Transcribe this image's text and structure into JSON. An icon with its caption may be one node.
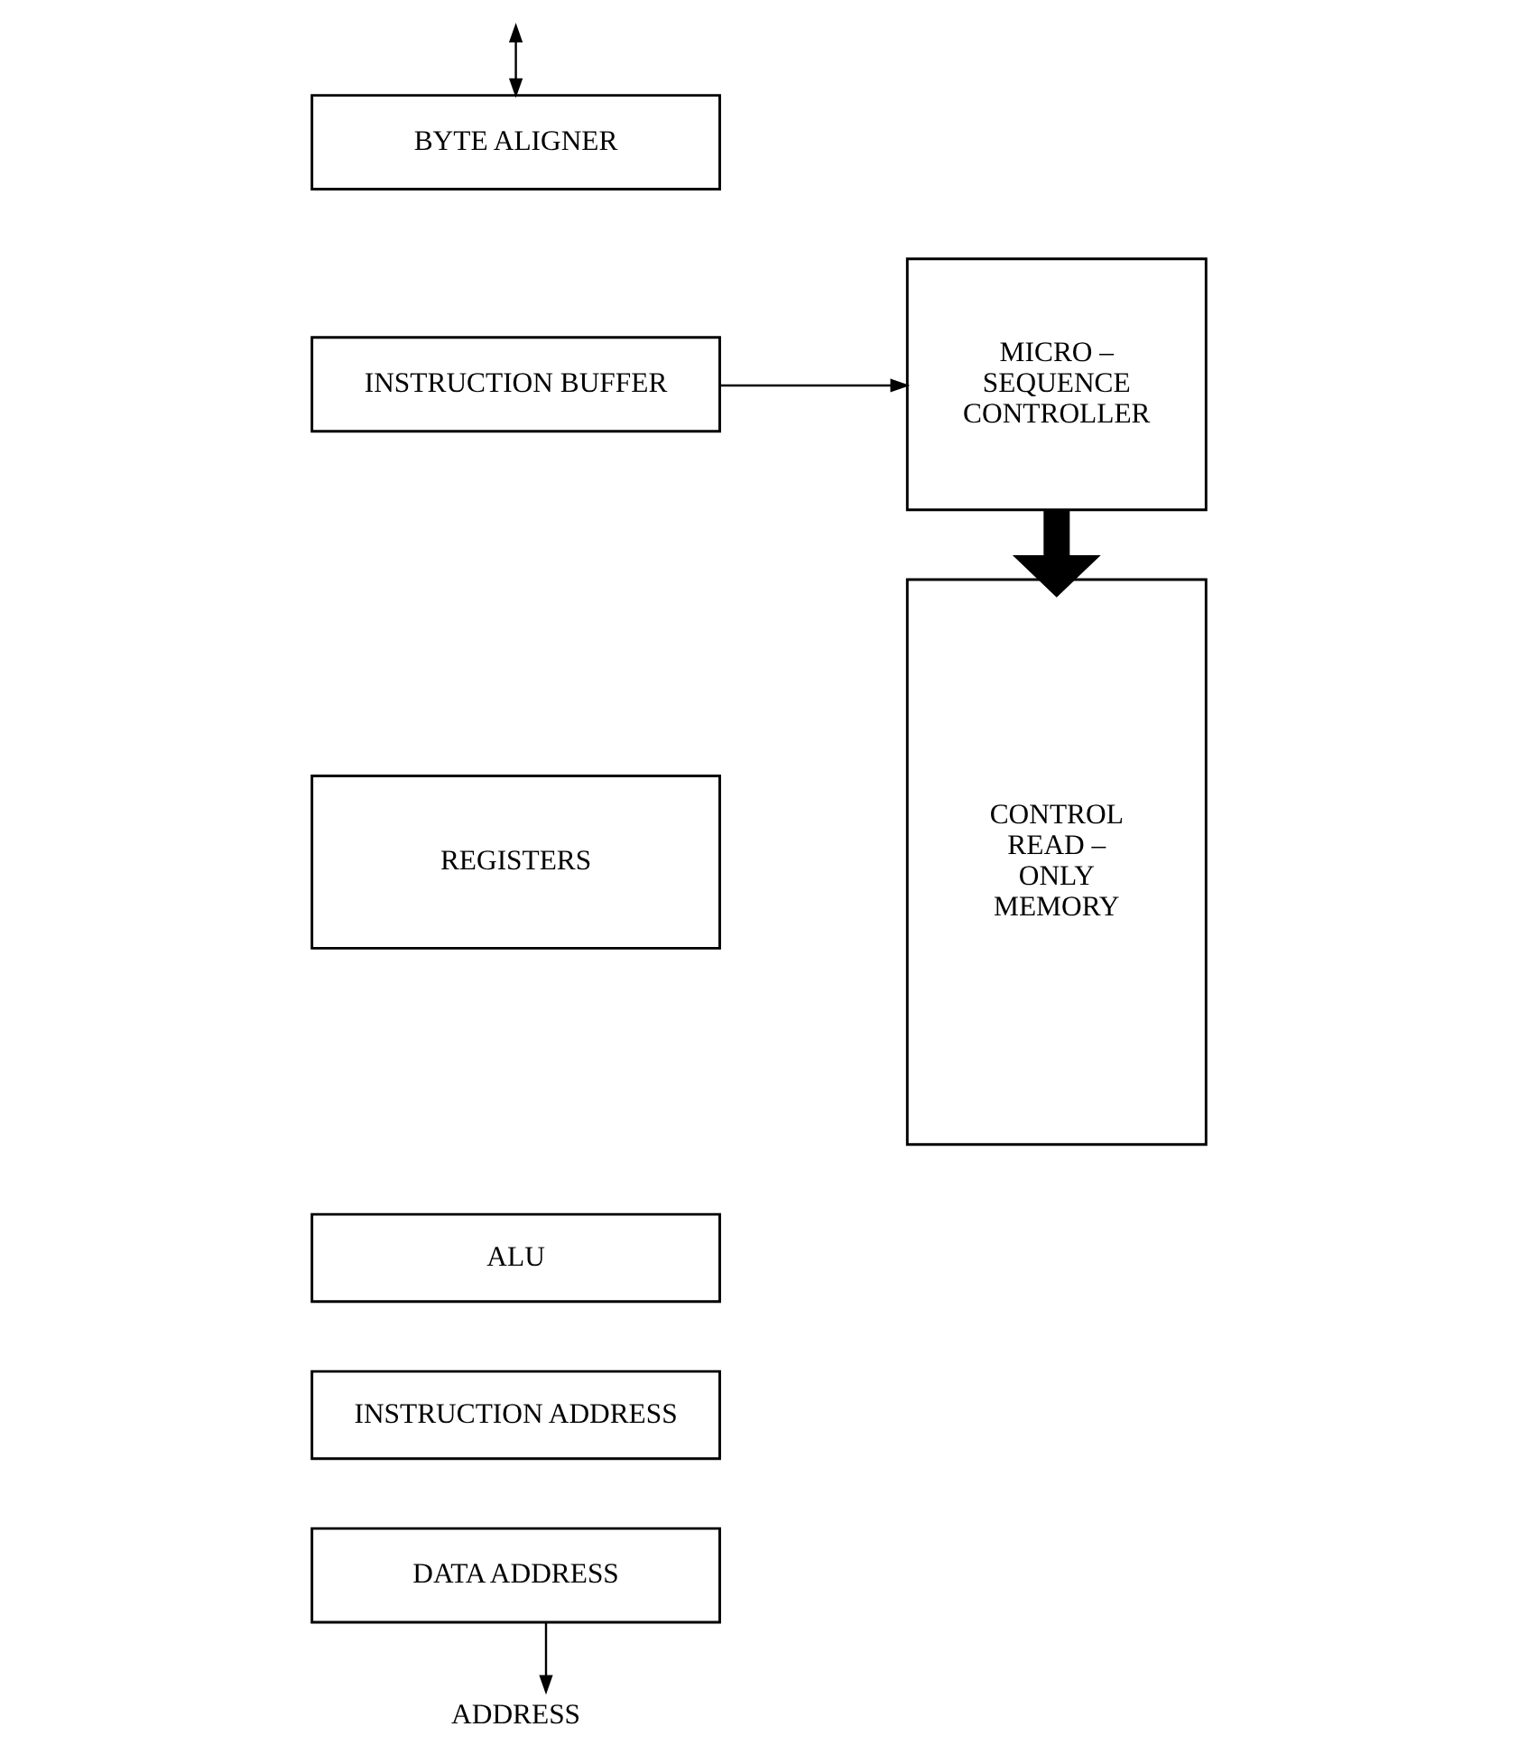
{
  "diagram": {
    "nodes": [
      {
        "text": [
          "MICRO – SEQUENCE CONTROLLER"
        ]
      },
      {
        "text": [
          "BYTE ALIGNER"
        ]
      },
      {
        "text": [
          "INSTRUCTION BUFFER"
        ]
      },
      {
        "text": [
          "CONTROL READ – ONLY MEMORY"
        ]
      },
      {
        "text": [
          "REGISTERS"
        ]
      },
      {
        "text": [
          "ALU"
        ]
      },
      {
        "text": [
          "INSTRUCTION ADDRESS"
        ]
      },
      {
        "text": [
          "DATA ADDRESS"
        ]
      },
      {
        "text": [
          "ADDRESS"
        ]
      }
    ],
    "edges": [
      {
        "from": null,
        "to": 1,
        "arrow": "both"
      },
      {
        "from": 2,
        "to": 0,
        "arrow": "to"
      },
      {
        "from": 0,
        "to": 3,
        "arrow": "to",
        "style": "thick"
      },
      {
        "from": 7,
        "to": 8,
        "arrow": "to"
      }
    ]
  }
}
